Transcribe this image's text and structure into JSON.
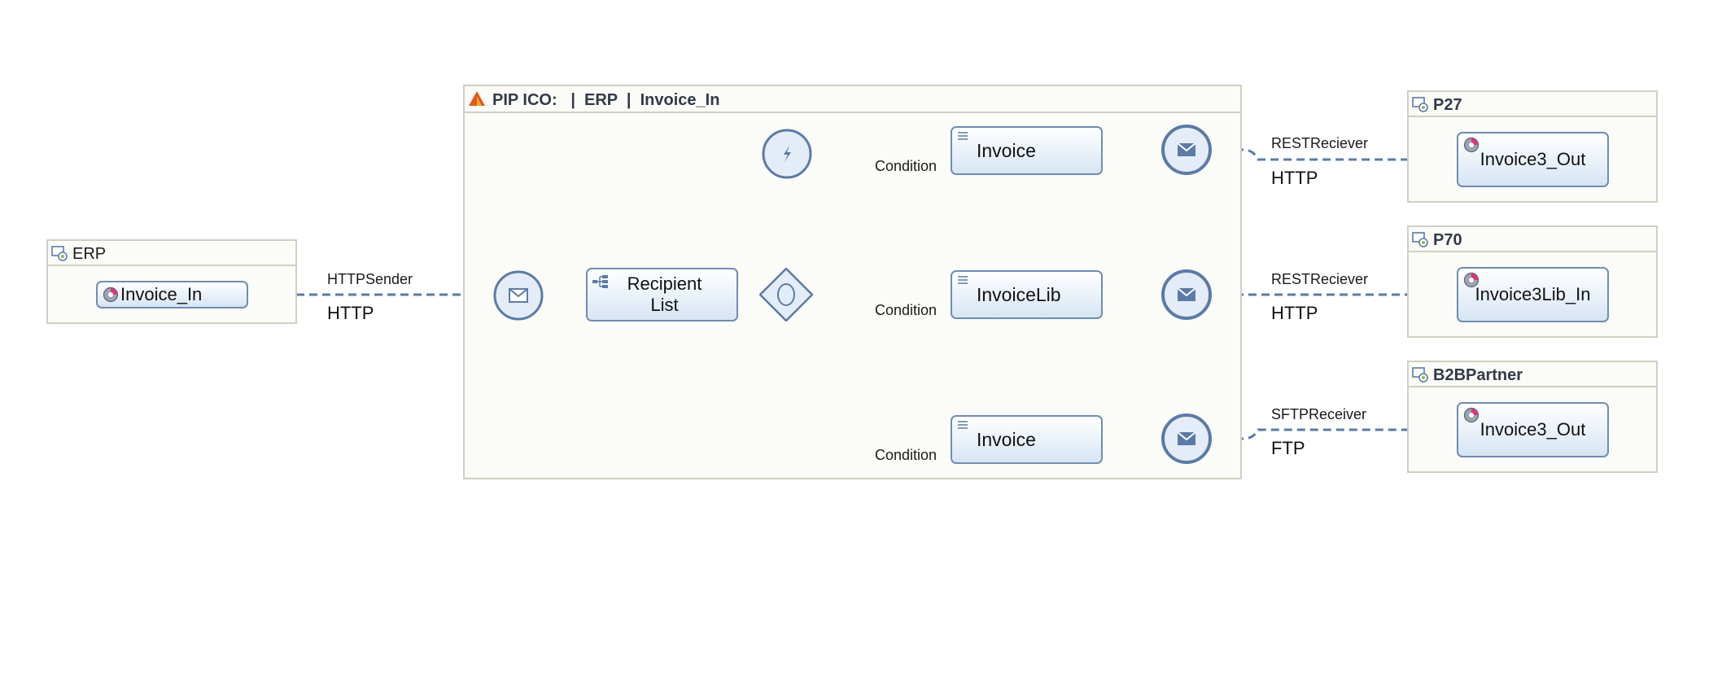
{
  "pip": {
    "title": "PIP ICO:   |  ERP  |  Invoice_In"
  },
  "sender": {
    "system": "ERP",
    "endpoint": "Invoice_In",
    "adapter": "HTTPSender",
    "protocol": "HTTP"
  },
  "flow": {
    "router": "Recipient\nList",
    "branches": [
      {
        "condition": "Condition",
        "mapping": "Invoice"
      },
      {
        "condition": "Condition",
        "mapping": "InvoiceLib"
      },
      {
        "condition": "Condition",
        "mapping": "Invoice"
      }
    ]
  },
  "receivers": [
    {
      "system": "P27",
      "endpoint": "Invoice3_Out",
      "adapter": "RESTReciever",
      "protocol": "HTTP"
    },
    {
      "system": "P70",
      "endpoint": "Invoice3Lib_In",
      "adapter": "RESTReciever",
      "protocol": "HTTP"
    },
    {
      "system": "B2BPartner",
      "endpoint": "Invoice3_Out",
      "adapter": "SFTPReceiver",
      "protocol": "FTP"
    }
  ],
  "colors": {
    "line": "#5b7ba6",
    "panel_border": "#cfcfc2",
    "box_fill_top": "#ffffff",
    "box_fill_bottom": "#d6e5f4",
    "warning_icon": "#e05a1a"
  },
  "icons": [
    "warning-icon",
    "system-icon",
    "endpoint-icon",
    "envelope-icon",
    "lightning-icon",
    "gateway-icon",
    "tree-icon",
    "menu-lines-icon"
  ]
}
